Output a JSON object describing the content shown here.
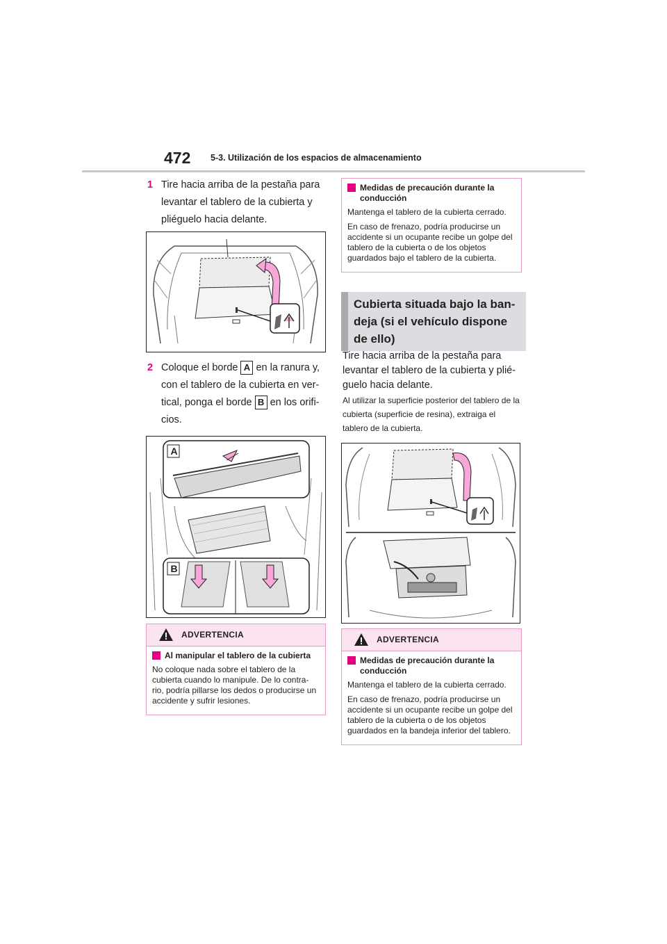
{
  "header": {
    "page_number": "472",
    "section": "5-3. Utilización de los espacios de almacenamiento"
  },
  "left": {
    "step1": {
      "number": "1",
      "text": "Tire hacia arriba de la pestaña para levantar el tablero de la cubierta y pliéguelo hacia delante."
    },
    "step2": {
      "number": "2",
      "part1": "Coloque el borde",
      "label_a": "A",
      "part2": "en la ranura y, con el tablero de la cubierta en ver- tical, ponga el borde",
      "label_b": "B",
      "part3": "en los orifi- cios."
    },
    "figure2_labels": {
      "a": "A",
      "b": "B"
    },
    "warning": {
      "title": "ADVERTENCIA",
      "subheading": "Al manipular el tablero de la cubierta",
      "body": "No coloque nada sobre el tablero de la cubierta cuando lo manipule. De lo contra- rio, podría pillarse los dedos o producirse un accidente y sufrir lesiones."
    }
  },
  "right": {
    "caution1": {
      "subheading": "Medidas de precaución durante la conducción",
      "para1": "Mantenga el tablero de la cubierta cerrado.",
      "para2": "En caso de frenazo, podría producirse un accidente si un ocupante recibe un golpe del tablero de la cubierta o de los objetos guardados bajo el tablero de la cubierta."
    },
    "heading": "Cubierta situada bajo la ban- deja (si el vehículo dispone de ello)",
    "para": "Tire hacia arriba de la pestaña para levantar el tablero de la cubierta y plié- guelo hacia delante.",
    "small_para": "Al utilizar la superficie posterior del tablero de la cubierta (superficie de resina), extraiga el tablero de la cubierta.",
    "warning": {
      "title": "ADVERTENCIA",
      "subheading": "Medidas de precaución durante la conducción",
      "para1": "Mantenga el tablero de la cubierta cerrado.",
      "para2": "En caso de frenazo, podría producirse un accidente si un ocupante recibe un golpe del tablero de la cubierta o de los objetos guardados en la bandeja inferior del tablero."
    }
  },
  "colors": {
    "accent": "#e4007f",
    "warning_fill": "#fbe4f0",
    "warning_border": "#e89bc7",
    "heading_fill": "#dcdde0"
  },
  "icons": [
    "warning-triangle-icon",
    "up-arrow-icon",
    "curved-arrow-icon",
    "down-arrow-icon"
  ]
}
